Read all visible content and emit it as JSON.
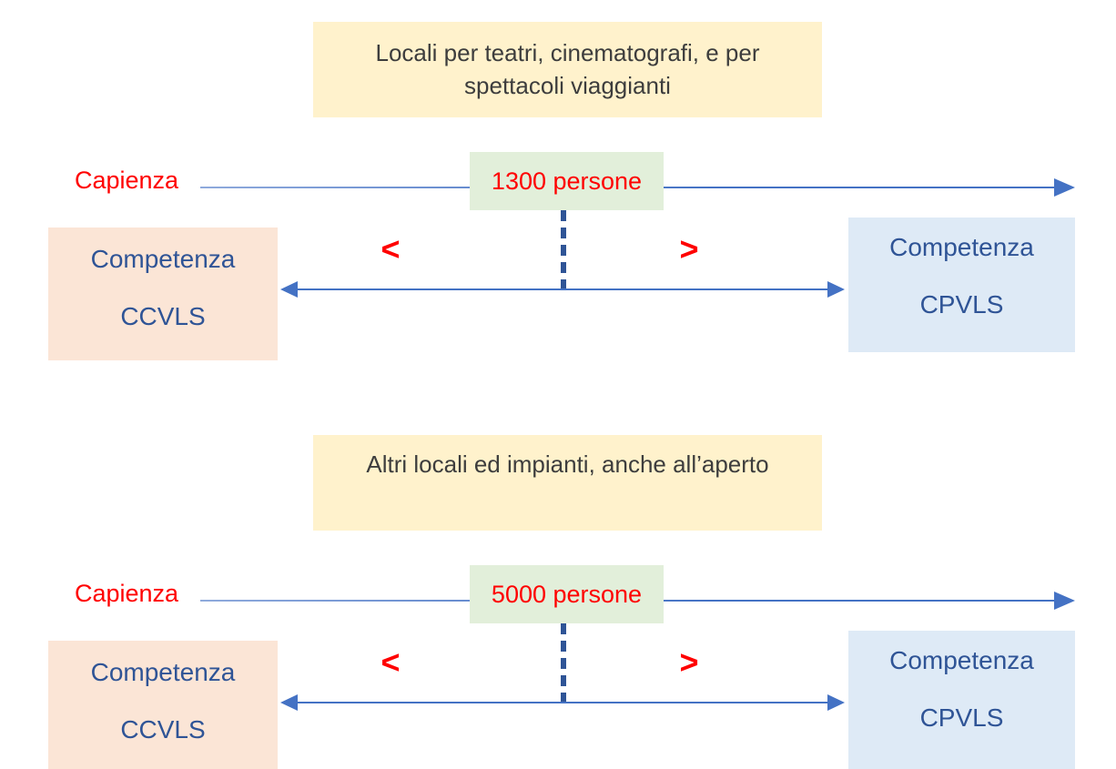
{
  "sections": [
    {
      "category_label": "Locali per teatri, cinematografi, e per spettacoli viaggianti",
      "axis_label": "Capienza",
      "threshold": "1300 persone",
      "less_symbol": "<",
      "greater_symbol": ">",
      "left_box": {
        "title": "Competenza",
        "name": "CCVLS"
      },
      "right_box": {
        "title": "Competenza",
        "name": "CPVLS"
      }
    },
    {
      "category_label": "Altri locali ed impianti, anche all’aperto",
      "axis_label": "Capienza",
      "threshold": "5000 persone",
      "less_symbol": "<",
      "greater_symbol": ">",
      "left_box": {
        "title": "Competenza",
        "name": "CCVLS"
      },
      "right_box": {
        "title": "Competenza",
        "name": "CPVLS"
      }
    }
  ],
  "colors": {
    "category_fill": "#FFF2CC",
    "threshold_fill": "#E2EFDA",
    "ccvls_fill": "#FBE5D6",
    "cpvls_fill": "#DEEAF6",
    "arrow_blue": "#4472C4",
    "dashed_divider_blue": "#2F5496",
    "box_text_blue": "#2F5496",
    "red_label": "#FF0000",
    "category_text": "#3D3D3D"
  }
}
